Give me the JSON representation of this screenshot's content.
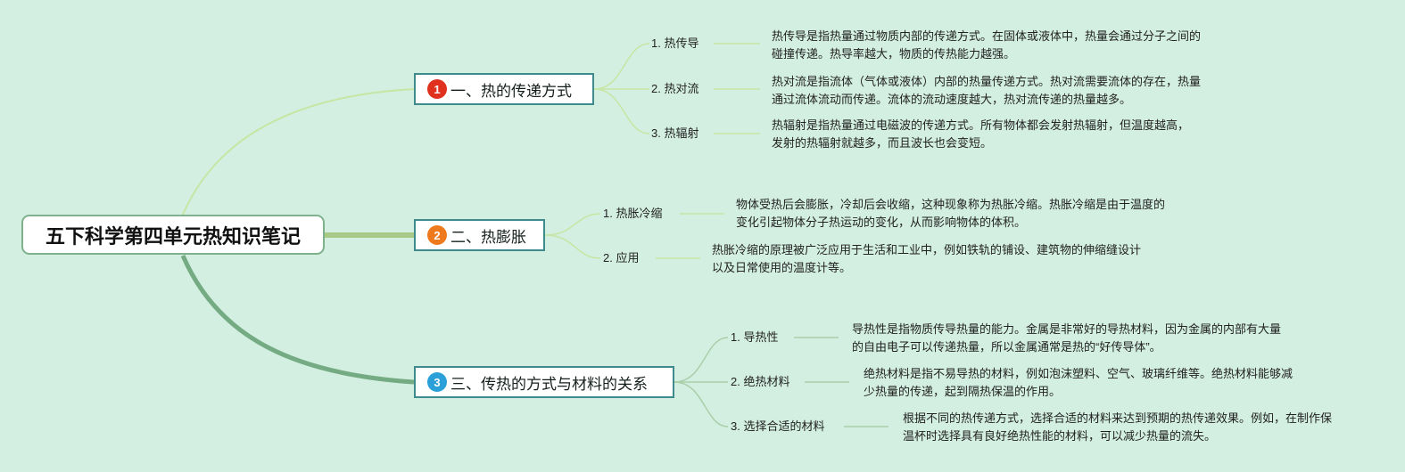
{
  "title": "五下科学第四单元热知识笔记",
  "colors": {
    "background": "#d3efe1",
    "branch1_badge": "#e0301e",
    "branch2_badge": "#ef7a1e",
    "branch3_badge": "#2a9fd8",
    "branch_border": "#3f8a8c"
  },
  "branches": [
    {
      "badge": "1",
      "label": "一、热的传递方式",
      "items": [
        {
          "label": "1. 热传导",
          "desc": "热传导是指热量通过物质内部的传递方式。在固体或液体中，热量会通过分子之间的碰撞传递。热导率越大，物质的传热能力越强。"
        },
        {
          "label": "2. 热对流",
          "desc": "热对流是指流体（气体或液体）内部的热量传递方式。热对流需要流体的存在，热量通过流体流动而传递。流体的流动速度越大，热对流传递的热量越多。"
        },
        {
          "label": "3. 热辐射",
          "desc": "热辐射是指热量通过电磁波的传递方式。所有物体都会发射热辐射，但温度越高，发射的热辐射就越多，而且波长也会变短。"
        }
      ]
    },
    {
      "badge": "2",
      "label": "二、热膨胀",
      "items": [
        {
          "label": "1. 热胀冷缩",
          "desc": "物体受热后会膨胀，冷却后会收缩，这种现象称为热胀冷缩。热胀冷缩是由于温度的变化引起物体分子热运动的变化，从而影响物体的体积。"
        },
        {
          "label": "2. 应用",
          "desc": "热胀冷缩的原理被广泛应用于生活和工业中，例如铁轨的铺设、建筑物的伸缩缝设计以及日常使用的温度计等。"
        }
      ]
    },
    {
      "badge": "3",
      "label": "三、传热的方式与材料的关系",
      "items": [
        {
          "label": "1. 导热性",
          "desc": "导热性是指物质传导热量的能力。金属是非常好的导热材料，因为金属的内部有大量的自由电子可以传递热量，所以金属通常是热的“好传导体”。"
        },
        {
          "label": "2. 绝热材料",
          "desc": "绝热材料是指不易导热的材料，例如泡沫塑料、空气、玻璃纤维等。绝热材料能够减少热量的传递，起到隔热保温的作用。"
        },
        {
          "label": "3. 选择合适的材料",
          "desc": "根据不同的热传递方式，选择合适的材料来达到预期的热传递效果。例如，在制作保温杯时选择具有良好绝热性能的材料，可以减少热量的流失。"
        }
      ]
    }
  ]
}
